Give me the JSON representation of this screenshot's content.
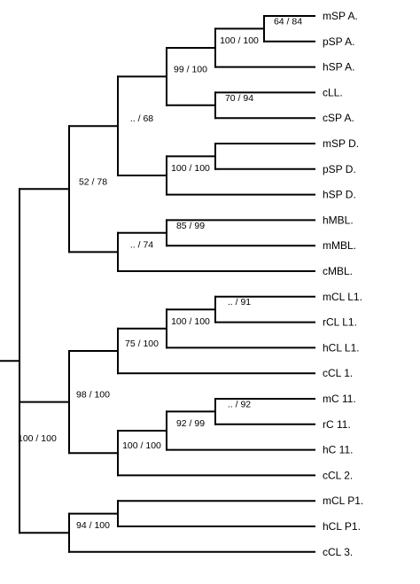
{
  "tree": {
    "leaves": [
      "mSP A.",
      "pSP A.",
      "hSP A.",
      "cLL.",
      "cSP A.",
      "mSP D.",
      "pSP D.",
      "hSP D.",
      "hMBL.",
      "mMBL.",
      "cMBL.",
      "mCL L1.",
      "rCL L1.",
      "hCL L1.",
      "cCL 1.",
      "mC 11.",
      "rC 11.",
      "hC 11.",
      "cCL 2.",
      "mCL P1.",
      "hCL P1.",
      "cCL 3."
    ],
    "root": {
      "children": [
        {
          "support": "52 / 78",
          "children": [
            {
              "support": ".. / 68",
              "children": [
                {
                  "support": "99 / 100",
                  "children": [
                    {
                      "support": "100 / 100",
                      "children": [
                        {
                          "support": "64 / 84",
                          "children": [
                            {
                              "leaf": 0
                            },
                            {
                              "leaf": 1
                            }
                          ]
                        },
                        {
                          "leaf": 2
                        }
                      ]
                    },
                    {
                      "support": "70 / 94",
                      "children": [
                        {
                          "leaf": 3
                        },
                        {
                          "leaf": 4
                        }
                      ]
                    }
                  ]
                },
                {
                  "support": "100 / 100",
                  "children": [
                    {
                      "children": [
                        {
                          "leaf": 5
                        },
                        {
                          "leaf": 6
                        }
                      ]
                    },
                    {
                      "leaf": 7
                    }
                  ]
                }
              ]
            },
            {
              "support": ".. / 74",
              "children": [
                {
                  "support": "85 / 99",
                  "children": [
                    {
                      "leaf": 8
                    },
                    {
                      "leaf": 9
                    }
                  ]
                },
                {
                  "leaf": 10
                }
              ]
            }
          ]
        },
        {
          "support": "98 / 100",
          "children": [
            {
              "support": "75 / 100",
              "children": [
                {
                  "support": "100 / 100",
                  "children": [
                    {
                      "support": ".. / 91",
                      "children": [
                        {
                          "leaf": 11
                        },
                        {
                          "leaf": 12
                        }
                      ]
                    },
                    {
                      "leaf": 13
                    }
                  ]
                },
                {
                  "leaf": 14
                }
              ]
            },
            {
              "support": "100 / 100",
              "children": [
                {
                  "support": "92 / 99",
                  "children": [
                    {
                      "support": ".. / 92",
                      "children": [
                        {
                          "leaf": 15
                        },
                        {
                          "leaf": 16
                        }
                      ]
                    },
                    {
                      "leaf": 17
                    }
                  ]
                },
                {
                  "leaf": 18
                }
              ]
            }
          ]
        },
        {
          "support": "94 / 100",
          "children": [
            {
              "children": [
                {
                  "leaf": 19
                },
                {
                  "leaf": 20
                }
              ]
            },
            {
              "leaf": 21
            }
          ]
        }
      ]
    },
    "root_support": "100 / 100"
  }
}
